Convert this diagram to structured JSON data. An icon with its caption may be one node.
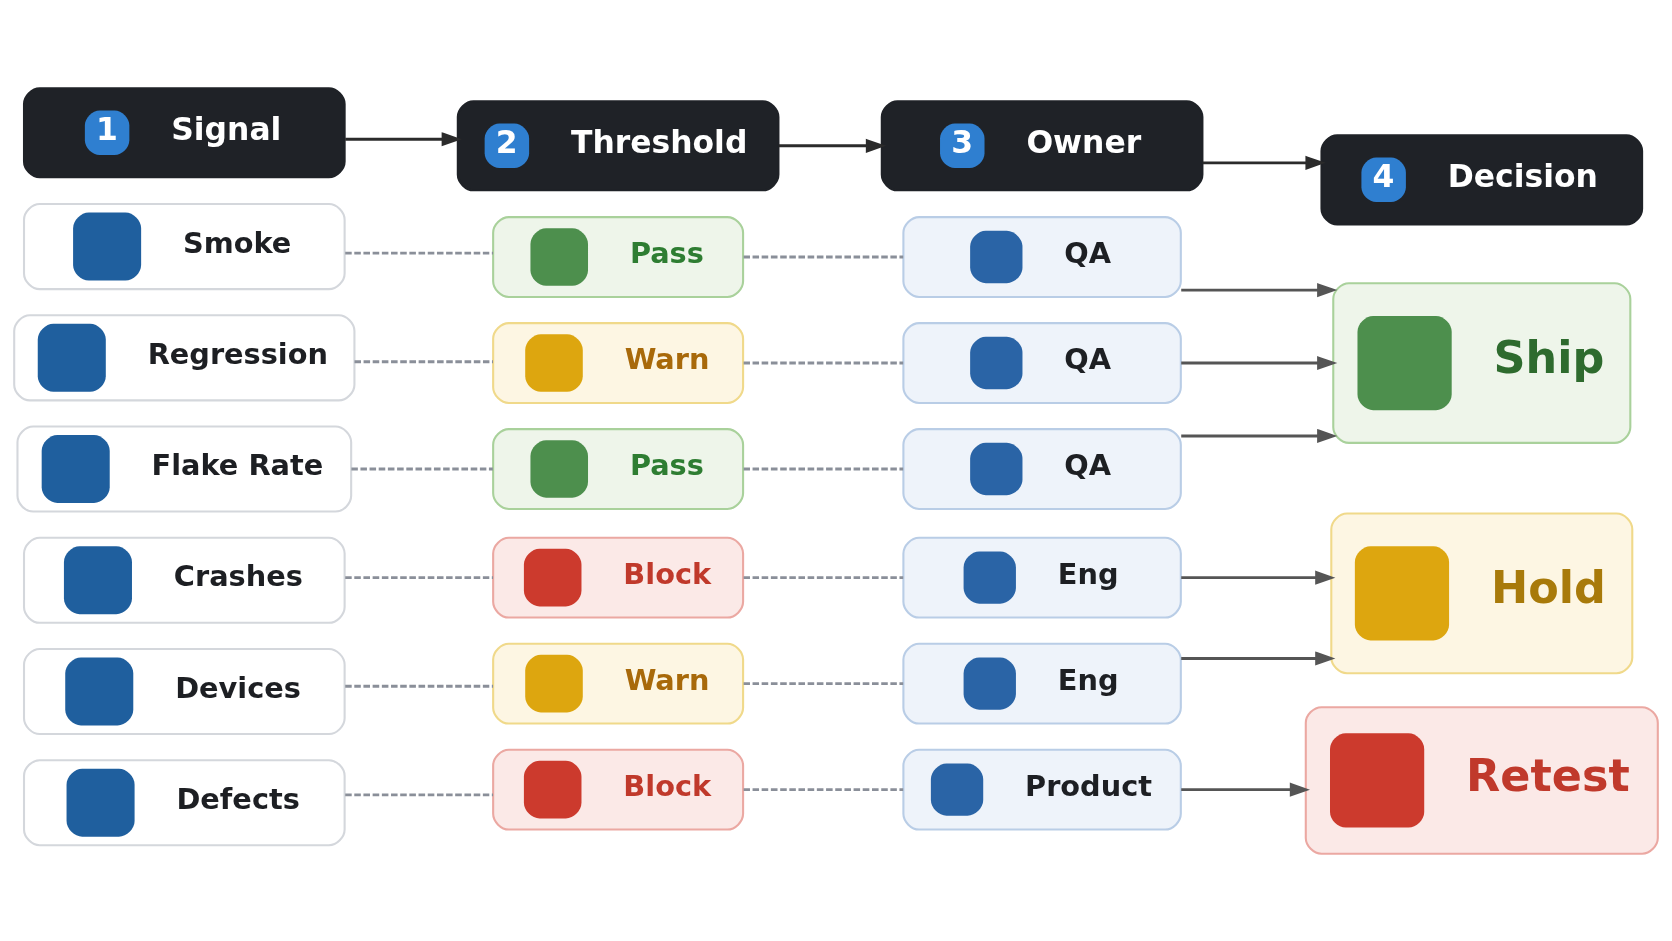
{
  "diagram": {
    "nodes": [
      {
        "text": [
          "1",
          "Signal"
        ]
      },
      {
        "text": [
          "2",
          "Threshold"
        ]
      },
      {
        "text": [
          "3",
          "Owner"
        ]
      },
      {
        "text": [
          "4",
          "Decision"
        ]
      },
      {
        "text": [
          "Smoke"
        ]
      },
      {
        "text": [
          "Pass"
        ]
      },
      {
        "text": [
          "QA"
        ]
      },
      {
        "text": [
          "Regression"
        ]
      },
      {
        "text": [
          "Warn"
        ]
      },
      {
        "text": [
          "QA"
        ]
      },
      {
        "text": [
          "Flake Rate"
        ]
      },
      {
        "text": [
          "Pass"
        ]
      },
      {
        "text": [
          "QA"
        ]
      },
      {
        "text": [
          "Crashes"
        ]
      },
      {
        "text": [
          "Block"
        ]
      },
      {
        "text": [
          "Eng"
        ]
      },
      {
        "text": [
          "Devices"
        ]
      },
      {
        "text": [
          "Warn"
        ]
      },
      {
        "text": [
          "Eng"
        ]
      },
      {
        "text": [
          "Defects"
        ]
      },
      {
        "text": [
          "Block"
        ]
      },
      {
        "text": [
          "Product"
        ]
      },
      {
        "text": [
          "Ship"
        ]
      },
      {
        "text": [
          "Hold"
        ]
      },
      {
        "text": [
          "Retest"
        ]
      }
    ],
    "edges": [
      {
        "from": 0,
        "to": 1,
        "arrow": "to",
        "color": "#2b2b2b"
      },
      {
        "from": 1,
        "to": 2,
        "arrow": "to",
        "color": "#2b2b2b"
      },
      {
        "from": 2,
        "to": 3,
        "arrow": "to",
        "color": "#2b2b2b"
      },
      {
        "from": 4,
        "to": 5,
        "arrow": "none",
        "style": "dashed"
      },
      {
        "from": 5,
        "to": 6,
        "arrow": "none",
        "style": "dashed"
      },
      {
        "from": 7,
        "to": 8,
        "arrow": "none",
        "style": "dashed"
      },
      {
        "from": 8,
        "to": 9,
        "arrow": "none",
        "style": "dashed"
      },
      {
        "from": 10,
        "to": 11,
        "arrow": "none",
        "style": "dashed"
      },
      {
        "from": 11,
        "to": 12,
        "arrow": "none",
        "style": "dashed"
      },
      {
        "from": 13,
        "to": 14,
        "arrow": "none",
        "style": "dashed"
      },
      {
        "from": 14,
        "to": 15,
        "arrow": "none",
        "style": "dashed"
      },
      {
        "from": 16,
        "to": 17,
        "arrow": "none",
        "style": "dashed"
      },
      {
        "from": 17,
        "to": 18,
        "arrow": "none",
        "style": "dashed"
      },
      {
        "from": 19,
        "to": 20,
        "arrow": "none",
        "style": "dashed"
      },
      {
        "from": 20,
        "to": 21,
        "arrow": "none",
        "style": "dashed"
      },
      {
        "from": 6,
        "to": 22,
        "arrow": "to",
        "color": "#555555"
      },
      {
        "from": 9,
        "to": 22,
        "arrow": "to",
        "color": "#555555"
      },
      {
        "from": 12,
        "to": 22,
        "arrow": "to",
        "color": "#555555"
      },
      {
        "from": 15,
        "to": 23,
        "arrow": "to",
        "color": "#555555"
      },
      {
        "from": 18,
        "to": 23,
        "arrow": "to",
        "color": "#555555"
      },
      {
        "from": 21,
        "to": 24,
        "arrow": "to",
        "color": "#555555"
      }
    ]
  }
}
